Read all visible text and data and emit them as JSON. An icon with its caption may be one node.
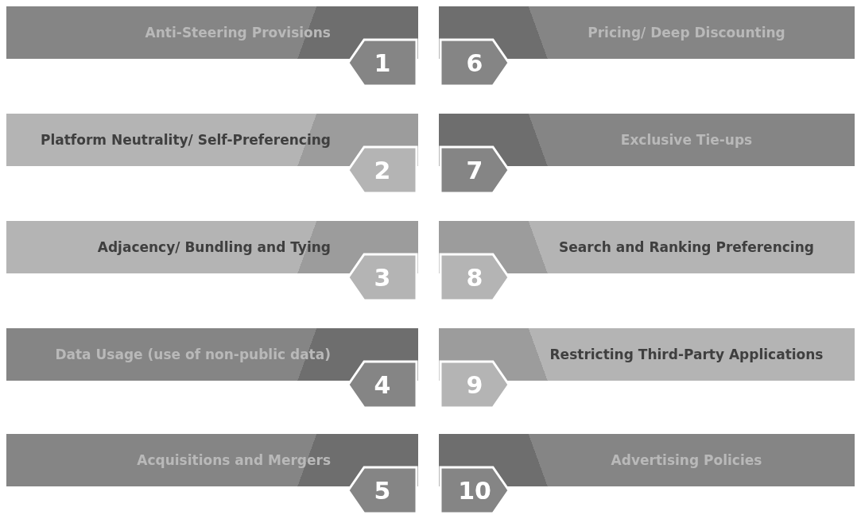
{
  "diagram": {
    "nodes": [
      {
        "text": [
          "Anti-Steering Provisions"
        ]
      },
      {
        "text": [
          "1"
        ]
      },
      {
        "text": [
          "6"
        ]
      },
      {
        "text": [
          "Pricing/ Deep Discounting"
        ]
      },
      {
        "text": [
          "Platform Neutrality/ Self-Preferencing"
        ]
      },
      {
        "text": [
          "2"
        ]
      },
      {
        "text": [
          "7"
        ]
      },
      {
        "text": [
          "Exclusive Tie-ups"
        ]
      },
      {
        "text": [
          "Adjacency/ Bundling and Tying"
        ]
      },
      {
        "text": [
          "3"
        ]
      },
      {
        "text": [
          "8"
        ]
      },
      {
        "text": [
          "Search and Ranking Preferencing"
        ]
      },
      {
        "text": [
          "Data Usage (use of non-public data)"
        ]
      },
      {
        "text": [
          "4"
        ]
      },
      {
        "text": [
          "9"
        ]
      },
      {
        "text": [
          "Restricting Third-Party Applications"
        ]
      },
      {
        "text": [
          "Acquisitions and Mergers"
        ]
      },
      {
        "text": [
          "5"
        ]
      },
      {
        "text": [
          "10"
        ]
      },
      {
        "text": [
          "Advertising Policies"
        ]
      }
    ]
  }
}
